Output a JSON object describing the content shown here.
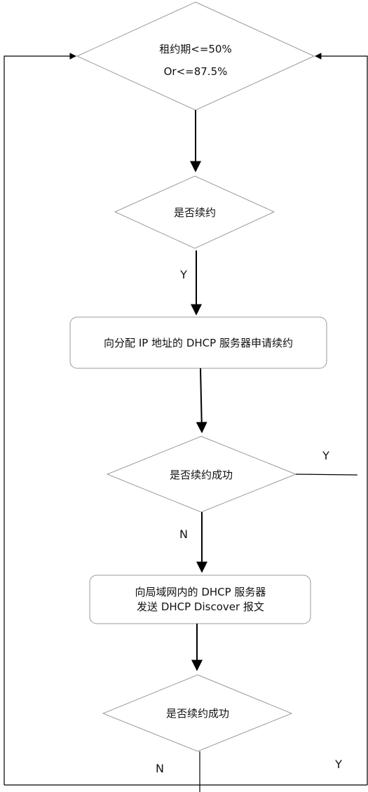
{
  "nodes": {
    "lease_check": {
      "line1": "租约期<=50%",
      "line2": "Or<=87.5%"
    },
    "renew_decision": {
      "text": "是否续约"
    },
    "request_renewal": {
      "text": "向分配 IP 地址的 DHCP 服务器申请续约"
    },
    "renew_success_1": {
      "text": "是否续约成功"
    },
    "send_discover": {
      "line1": "向局域网内的 DHCP 服务器",
      "line2": "发送 DHCP Discover 报文"
    },
    "renew_success_2": {
      "text": "是否续约成功"
    }
  },
  "edge_labels": {
    "renew_yes": "Y",
    "success1_yes": "Y",
    "success1_no": "N",
    "success2_no": "N",
    "success2_yes": "Y"
  }
}
